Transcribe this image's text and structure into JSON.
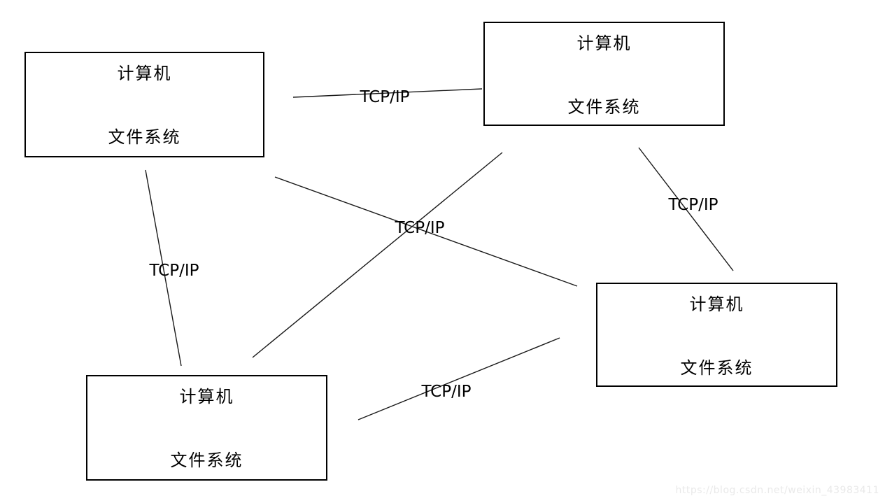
{
  "diagram": {
    "nodes": [
      {
        "id": "top-left",
        "line1": "计算机",
        "line2": "文件系统"
      },
      {
        "id": "top-right",
        "line1": "计算机",
        "line2": "文件系统"
      },
      {
        "id": "right",
        "line1": "计算机",
        "line2": "文件系统"
      },
      {
        "id": "bottom-left",
        "line1": "计算机",
        "line2": "文件系统"
      }
    ],
    "edge_labels": [
      {
        "id": "top",
        "text": "TCP/IP"
      },
      {
        "id": "right",
        "text": "TCP/IP"
      },
      {
        "id": "center",
        "text": "TCP/IP"
      },
      {
        "id": "left",
        "text": "TCP/IP"
      },
      {
        "id": "bottom",
        "text": "TCP/IP"
      }
    ]
  },
  "watermark": {
    "text": "https://blog.csdn.net/weixin_43983411"
  },
  "colors": {
    "background": "#ffffff",
    "stroke": "#1a1a1a",
    "text": "#000000",
    "watermark": "#e9e9e9"
  }
}
